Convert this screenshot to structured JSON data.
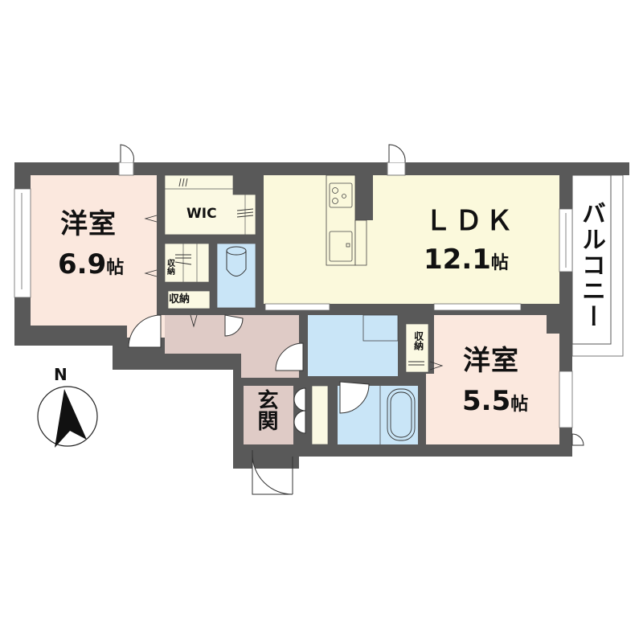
{
  "floorplan": {
    "colors": {
      "wall": "#595959",
      "western_room": "#fbe8de",
      "ldk": "#fbf9dc",
      "wet_area": "#c9e5f7",
      "hallway": "#dfcbc6",
      "storage": "#fbf9e3",
      "background": "#ffffff"
    },
    "rooms": {
      "western_room_1": {
        "name": "洋室",
        "size": "6.9",
        "unit": "帖"
      },
      "ldk": {
        "name": "ＬＤＫ",
        "size": "12.1",
        "unit": "帖"
      },
      "western_room_2": {
        "name": "洋室",
        "size": "5.5",
        "unit": "帖"
      },
      "wic": {
        "name": "WIC"
      },
      "storage_1": {
        "name": "収納"
      },
      "storage_2": {
        "name": "収納"
      },
      "storage_3": {
        "name": "収納"
      },
      "entrance": {
        "name": "玄関"
      },
      "balcony": {
        "name": "バルコニー"
      }
    },
    "compass": {
      "label": "N"
    }
  }
}
